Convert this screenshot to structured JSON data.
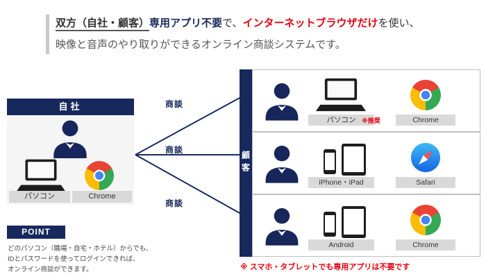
{
  "colors": {
    "navy": "#17295c",
    "red": "#e60012",
    "chrome-red": "#ea4335",
    "chrome-yellow": "#fbbc05",
    "chrome-green": "#34a853",
    "chrome-blue": "#4285f4"
  },
  "header": {
    "both_sides": "双方（自社・顧客）",
    "no_app": "専用アプリ不要",
    "connector1": "で、",
    "browser_only": "インターネットブラウザだけ",
    "connector2": "を使い、",
    "line2": "映像と音声のやり取りができるオンライン商談システムです。"
  },
  "own_company": {
    "title": "自社",
    "device_label": "パソコン",
    "browser_label": "Chrome"
  },
  "connections": {
    "label": "商談"
  },
  "customer": {
    "title": "顧客",
    "rows": [
      {
        "device_label": "パソコン",
        "device_note": "※推奨",
        "browser_label": "Chrome"
      },
      {
        "device_label": "iPhone・iPad",
        "browser_label": "Safari"
      },
      {
        "device_label": "Android",
        "browser_label": "Chrome"
      }
    ],
    "footnote": "※ スマホ・タブレットでも専用アプリは不要です"
  },
  "point": {
    "title": "POINT",
    "lines": [
      "どのパソコン（職場・自宅・ホテル）からでも、",
      "IDとパスワードを使ってログインできれば、",
      "オンライン商談ができます。"
    ]
  }
}
